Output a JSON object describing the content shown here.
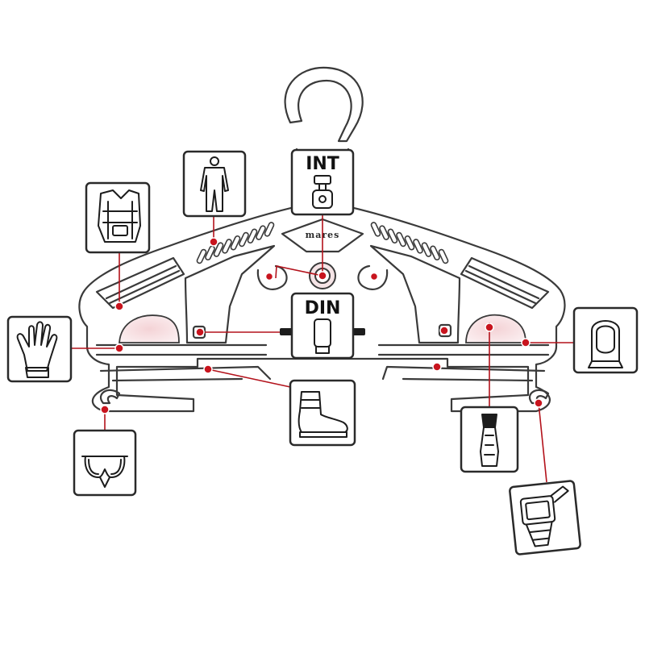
{
  "labels": {
    "int": "INT",
    "din": "DIN",
    "brand": "mares"
  },
  "items": [
    {
      "id": "bcd",
      "icon": "bcd-vest-icon"
    },
    {
      "id": "wetsuit",
      "icon": "wetsuit-icon"
    },
    {
      "id": "int-regulator",
      "icon": "int-regulator-icon"
    },
    {
      "id": "din-regulator",
      "icon": "din-regulator-icon"
    },
    {
      "id": "glove",
      "icon": "glove-icon"
    },
    {
      "id": "hood",
      "icon": "hood-icon"
    },
    {
      "id": "boot",
      "icon": "boot-icon"
    },
    {
      "id": "mask",
      "icon": "mask-icon"
    },
    {
      "id": "fins",
      "icon": "fins-icon"
    },
    {
      "id": "dive-computer",
      "icon": "dive-computer-icon"
    }
  ],
  "colors": {
    "connector": "#b3121b",
    "highlight": "#f2c9cc",
    "outline": "#2a2a2a"
  }
}
